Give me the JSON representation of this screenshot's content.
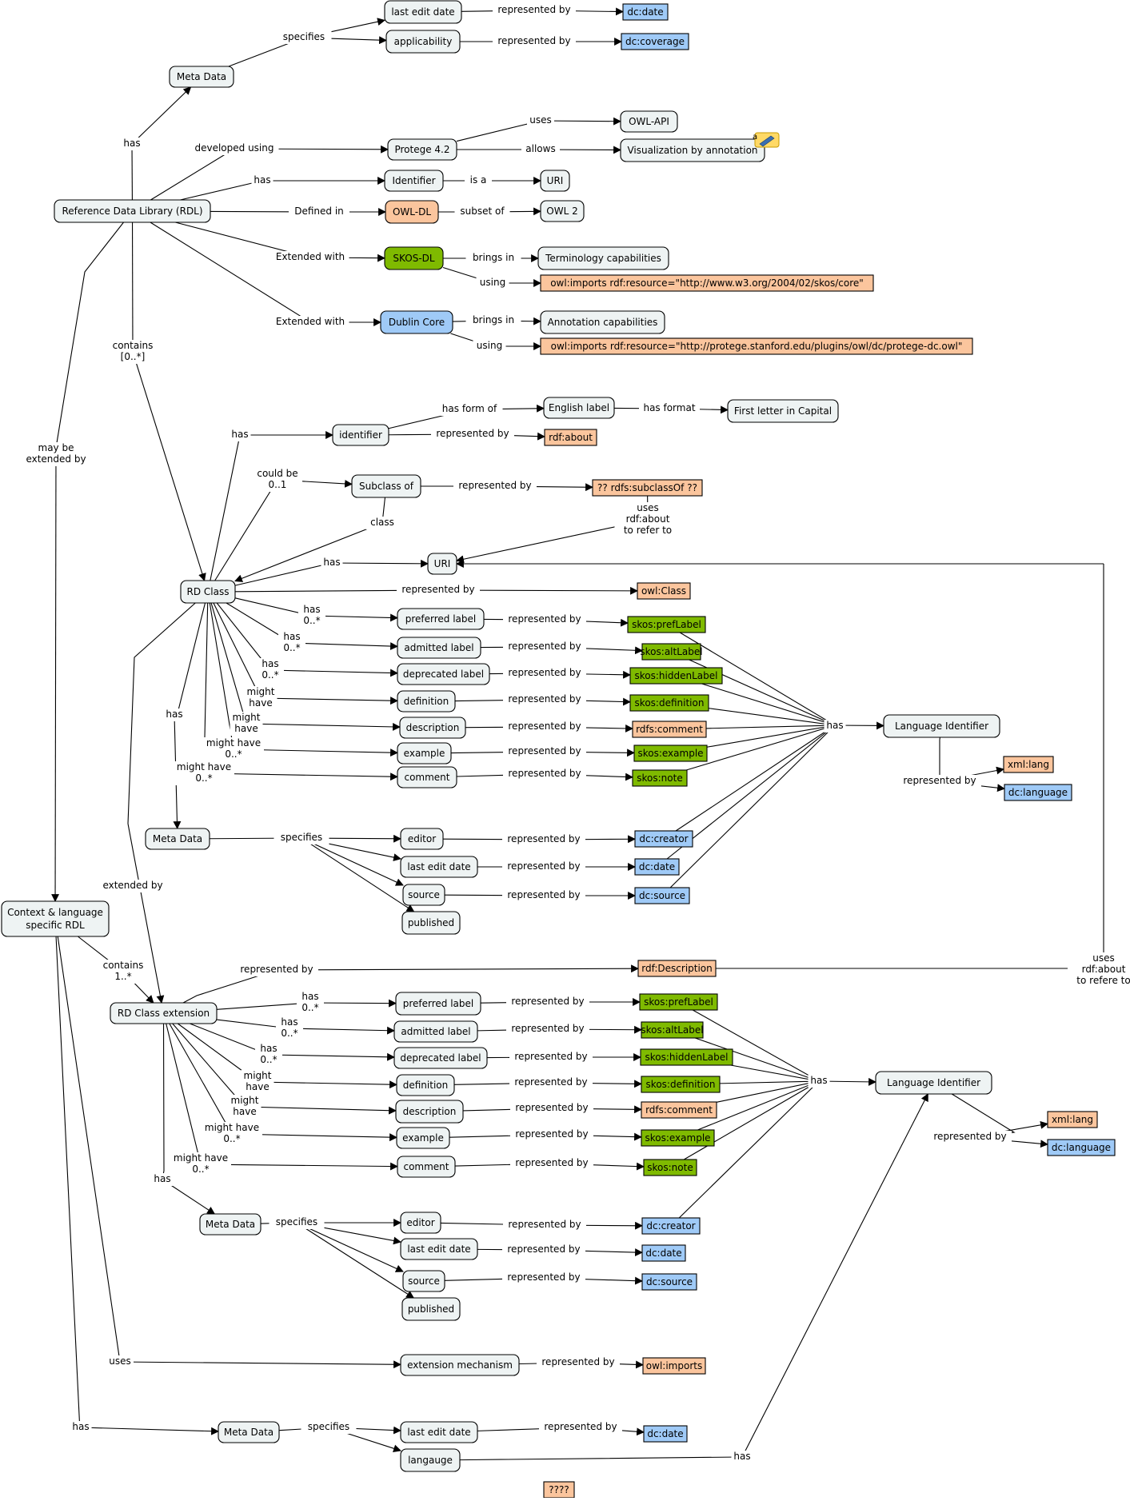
{
  "concepts": {
    "rdl": "Reference Data Library (RDL)",
    "meta_top": "Meta Data",
    "last_edit_top": "last edit date",
    "applicability": "applicability",
    "dc_date_top": "dc:date",
    "dc_coverage": "dc:coverage",
    "protege": "Protege 4.2",
    "owl_api": "OWL-API",
    "vis_annot": "Visualization by annotation",
    "identifier_top": "Identifier",
    "uri_top": "URI",
    "owl_dl": "OWL-DL",
    "owl2": "OWL 2",
    "skos_dl": "SKOS-DL",
    "term_cap": "Terminology capabilities",
    "skos_import": "owl:imports rdf:resource=\"http://www.w3.org/2004/02/skos/core\"",
    "dublin_core": "Dublin Core",
    "annot_cap": "Annotation capabilities",
    "dc_import": "owl:imports rdf:resource=\"http://protege.stanford.edu/plugins/owl/dc/protege-dc.owl\"",
    "identifier_mid": "identifier",
    "english_label": "English label",
    "first_letter": "First letter in Capital",
    "rdf_about": "rdf:about",
    "subclass_of": "Subclass of",
    "rdfs_subclass": "?? rdfs:subclassOf ??",
    "uri_mid": "URI",
    "rd_class": "RD Class",
    "owl_class": "owl:Class",
    "pref_label_1": "preferred label",
    "adm_label_1": "admitted label",
    "dep_label_1": "deprecated label",
    "definition_1": "definition",
    "description_1": "description",
    "example_1": "example",
    "comment_1": "comment",
    "skos_pref_1": "skos:prefLabel",
    "skos_alt_1": "skos:altLabel",
    "skos_hidden_1": "skos:hiddenLabel",
    "skos_def_1": "skos:definition",
    "rdfs_comment_1": "rdfs:comment",
    "skos_example_1": "skos:example",
    "skos_note_1": "skos:note",
    "lang_id_1": "Language Identifier",
    "xml_lang_1": "xml:lang",
    "dc_language_1": "dc:language",
    "meta_rd": "Meta Data",
    "editor_1": "editor",
    "last_edit_1": "last edit date",
    "source_1": "source",
    "published_1": "published",
    "dc_creator_1": "dc:creator",
    "dc_date_1": "dc:date",
    "dc_source_1": "dc:source",
    "context_rdl": "Context & language specific RDL",
    "rdf_description": "rdf:Description",
    "rd_ext": "RD Class extension",
    "pref_label_2": "preferred label",
    "adm_label_2": "admitted label",
    "dep_label_2": "deprecated label",
    "definition_2": "definition",
    "description_2": "description",
    "example_2": "example",
    "comment_2": "comment",
    "skos_pref_2": "skos:prefLabel",
    "skos_alt_2": "skos:altLabel",
    "skos_hidden_2": "skos:hiddenLabel",
    "skos_def_2": "skos:definition",
    "rdfs_comment_2": "rdfs:comment",
    "skos_example_2": "skos:example",
    "skos_note_2": "skos:note",
    "lang_id_2": "Language Identifier",
    "xml_lang_2": "xml:lang",
    "dc_language_2": "dc:language",
    "meta_ext": "Meta Data",
    "editor_2": "editor",
    "last_edit_2": "last edit date",
    "source_2": "source",
    "published_2": "published",
    "dc_creator_2": "dc:creator",
    "dc_date_2": "dc:date",
    "dc_source_2": "dc:source",
    "ext_mech": "extension mechanism",
    "owl_imports": "owl:imports",
    "meta_ctx": "Meta Data",
    "last_edit_3": "last edit date",
    "dc_date_3": "dc:date",
    "langauge": "langauge",
    "qqqq": "????"
  },
  "links": {
    "has": "has",
    "specifies": "specifies",
    "represented_by": "represented by",
    "developed_using": "developed using",
    "uses": "uses",
    "allows": "allows",
    "is_a": "is a",
    "defined_in": "Defined in",
    "subset_of": "subset of",
    "extended_with": "Extended with",
    "brings_in": "brings in",
    "using": "using",
    "contains_many": "contains\n[0..*]",
    "may_be_extended_by": "may be\nextended by",
    "has_form_of": "has form of",
    "has_format": "has format",
    "could_be": "could be\n0..1",
    "class": "class",
    "uses_rdf_about": "uses\nrdf:about\nto refer to",
    "has_many": "has\n0..*",
    "might_have": "might\nhave",
    "might_have_many": "might have\n0..*",
    "extended_by": "extended by",
    "contains_1": "contains\n1..*",
    "uses_rdf_about_2": "uses\nrdf:about\nto refere to"
  },
  "annotation_icon_label": "a",
  "colors": {
    "concept_fill": "#eef3f3",
    "orange_fill": "#fbc59d",
    "green_fill": "#7fba00",
    "blue_fill": "#9fcaf7",
    "note_fill": "#ffd966"
  }
}
